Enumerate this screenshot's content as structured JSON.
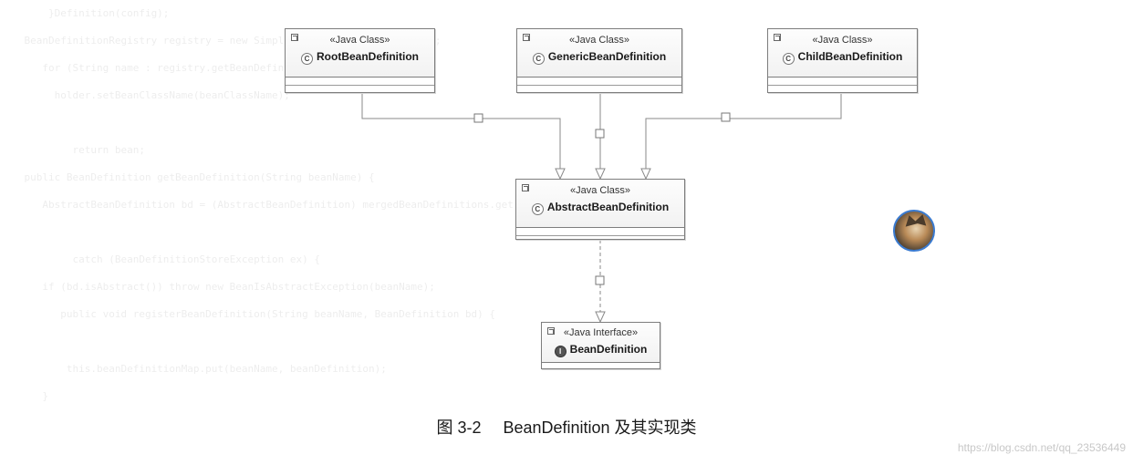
{
  "classes": {
    "root": {
      "stereotype": "«Java Class»",
      "name": "RootBeanDefinition"
    },
    "generic": {
      "stereotype": "«Java Class»",
      "name": "GenericBeanDefinition"
    },
    "child": {
      "stereotype": "«Java Class»",
      "name": "ChildBeanDefinition"
    },
    "abstract": {
      "stereotype": "«Java Class»",
      "name": "AbstractBeanDefinition"
    },
    "iface": {
      "stereotype": "«Java Interface»",
      "name": "BeanDefinition"
    }
  },
  "relations": [
    {
      "from": "RootBeanDefinition",
      "to": "AbstractBeanDefinition",
      "type": "generalization"
    },
    {
      "from": "GenericBeanDefinition",
      "to": "AbstractBeanDefinition",
      "type": "generalization"
    },
    {
      "from": "ChildBeanDefinition",
      "to": "AbstractBeanDefinition",
      "type": "generalization"
    },
    {
      "from": "AbstractBeanDefinition",
      "to": "BeanDefinition",
      "type": "realization"
    }
  ],
  "caption": {
    "number": "图 3-2",
    "text": "BeanDefinition 及其实现类"
  },
  "watermark": "https://blog.csdn.net/qq_23536449",
  "colors": {
    "box_border": "#7d7d7d",
    "line": "#8a8a8a",
    "avatar_ring": "#3b7bd0"
  }
}
